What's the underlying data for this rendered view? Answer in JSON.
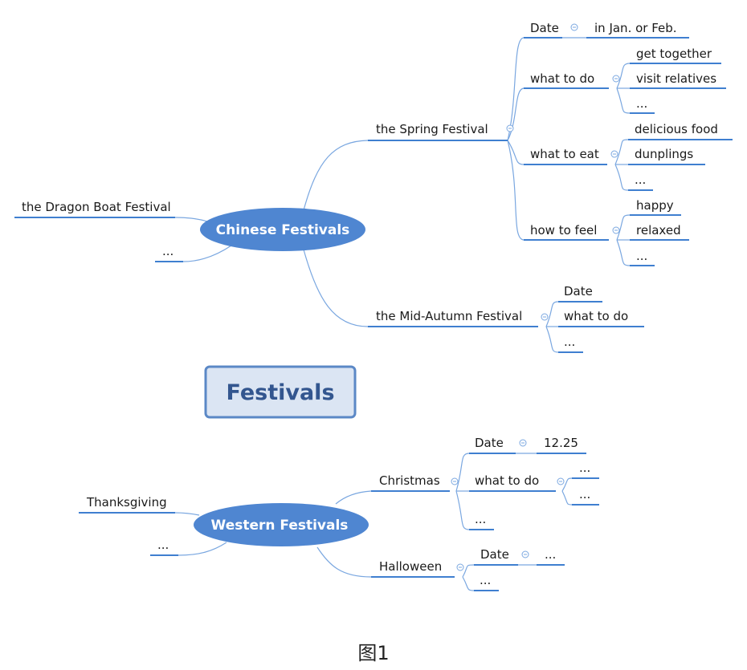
{
  "root": "Festivals",
  "chinese": {
    "label": "Chinese Festivals",
    "spring": {
      "label": "the Spring Festival",
      "date": "Date",
      "date_value": "in Jan. or Feb.",
      "what_to_do": "what to do",
      "do_items": [
        "get together",
        "visit relatives",
        "..."
      ],
      "what_to_eat": "what to eat",
      "eat_items": [
        "delicious food",
        "dunplings",
        "..."
      ],
      "how_to_feel": "how to feel",
      "feel_items": [
        "happy",
        "relaxed",
        "..."
      ]
    },
    "midautumn": {
      "label": "the Mid-Autumn Festival",
      "items": [
        "Date",
        "what to do",
        "..."
      ]
    },
    "dragon": "the Dragon Boat Festival",
    "more": "..."
  },
  "western": {
    "label": "Western Festivals",
    "christmas": {
      "label": "Christmas",
      "date": "Date",
      "date_value": "12.25",
      "what_to_do": "what to do",
      "do_items": [
        "...",
        "..."
      ],
      "more": "..."
    },
    "halloween": {
      "label": "Halloween",
      "date": "Date",
      "date_value": "...",
      "more": "..."
    },
    "thanksgiving": "Thanksgiving",
    "more": "..."
  },
  "caption": "图1",
  "colors": {
    "oval": "#4f86d1",
    "line": "#3f7fd0",
    "root_fill": "#dbe5f3"
  }
}
